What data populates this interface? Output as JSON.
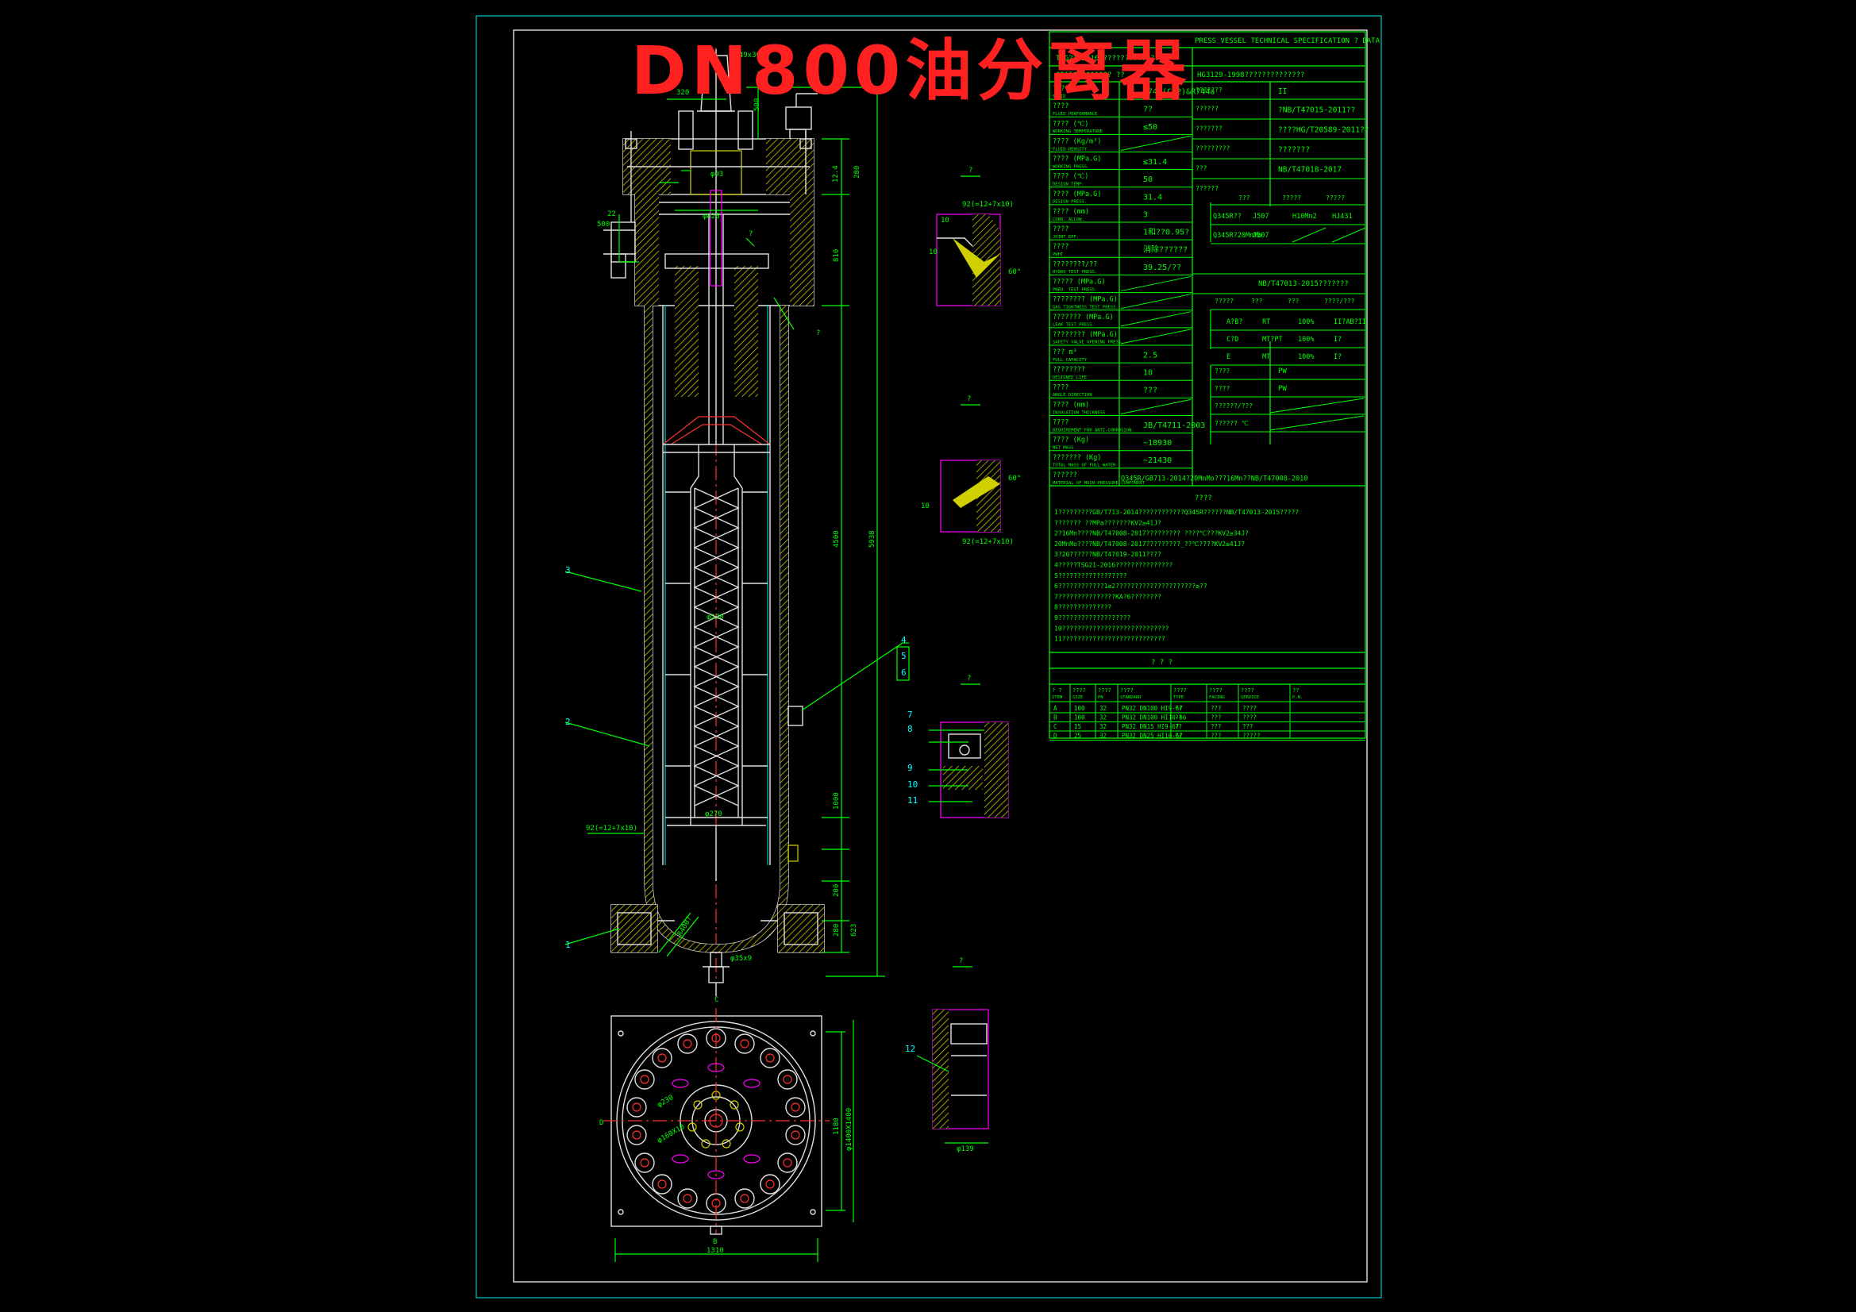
{
  "title": "DN800油分离器",
  "spec_table": {
    "header": "PRESS VESSEL TECHNICAL SPECIFICATION ? DATA",
    "standards": [
      "TSG21-2016???????????????",
      "GB150-2011??? ??",
      "HG3129-1998??????????????"
    ],
    "rows": [
      {
        "label": "????",
        "sub": "FLUID",
        "value": "R744(CO2)&R744a"
      },
      {
        "label": "????",
        "sub": "FLUID PERFORMANCE",
        "value": "??"
      },
      {
        "label": "????  (℃)",
        "sub": "WORKING TEMPERATURE",
        "value": "≤50"
      },
      {
        "label": "????  (Kg/m³)",
        "sub": "FLUID DENSITY",
        "value": ""
      },
      {
        "label": "????  (MPa.G)",
        "sub": "WORKING PRESS.",
        "value": "≤31.4"
      },
      {
        "label": "????  (℃)",
        "sub": "DESIGN TEMP.",
        "value": "50"
      },
      {
        "label": "????  (MPa.G)",
        "sub": "DESIGN PRESS.",
        "value": "31.4"
      },
      {
        "label": "????  (mm)",
        "sub": "CORR. ALLOW.",
        "value": "3"
      },
      {
        "label": "????",
        "sub": "JOINT EFF.",
        "value": "1和??0.95?"
      },
      {
        "label": "????",
        "sub": "PWHT",
        "value": "消除??????"
      },
      {
        "label": "????????/??",
        "sub": "HYDRO TEST PRESS.",
        "value": "39.25/??"
      },
      {
        "label": "?????  (MPa.G)",
        "sub": "PNEU. TEST PRESS.",
        "value": ""
      },
      {
        "label": "????????  (MPa.G)",
        "sub": "GAS TIGHTNESS TEST PRESS.",
        "value": ""
      },
      {
        "label": "???????  (MPa.G)",
        "sub": "LEAK TEST PRESS.",
        "value": ""
      },
      {
        "label": "????????  (MPa.G)",
        "sub": "SAFETY VALVE OPENING PRESS.",
        "value": ""
      },
      {
        "label": "???  m³",
        "sub": "FULL CAPACITY",
        "value": "2.5"
      },
      {
        "label": "????????",
        "sub": "DESIGNED LIFE",
        "value": "10"
      },
      {
        "label": "????",
        "sub": "ANGLE DIRECTION",
        "value": "???"
      },
      {
        "label": "????  (mm)",
        "sub": "INSULATION THICKNESS",
        "value": ""
      },
      {
        "label": "????",
        "sub": "REQUIREMENT FOR ANTI-CORROSION",
        "value": "JB/T4711-2003"
      },
      {
        "label": "????  (Kg)",
        "sub": "NET MASS",
        "value": "~18930"
      },
      {
        "label": "???????  (Kg)",
        "sub": "TOTAL MASS OF FULL WATER",
        "value": "~21430"
      },
      {
        "label": "??????",
        "sub": "MATERIAL OF MAIN PRESSURE COMPONENT",
        "value": "Q345R/GB713-2014?20MnMo???16Mn??NB/T47008-2010"
      }
    ],
    "right_rows": [
      {
        "label": "???????",
        "value": "II"
      },
      {
        "label": "??????",
        "value": "?NB/T47015-2011??"
      },
      {
        "label": "???????",
        "value": "????HG/T20589-2011??"
      },
      {
        "label": "?????????",
        "value": "???????"
      },
      {
        "label": "???",
        "value": "NB/T47018-2017"
      }
    ],
    "weld_mat": {
      "headers": [
        "???",
        "?????",
        "?????"
      ],
      "rows": [
        [
          "Q345R??",
          "J507",
          "H10Mn2",
          "HJ431"
        ],
        [
          "Q345R?20MnMo",
          "J507",
          "",
          ""
        ]
      ]
    },
    "ndt": {
      "standard": "NB/T47013-2015???????",
      "headers": [
        "?????",
        "???",
        "???",
        "????/???"
      ],
      "rows": [
        [
          "A?B?",
          "RT",
          "100%",
          "II?AB?II"
        ],
        [
          "C?D",
          "MT?PT",
          "100%",
          "I?"
        ],
        [
          "E",
          "MT",
          "100%",
          "I?"
        ]
      ]
    },
    "extra_right": [
      {
        "label": "????",
        "value": "PW"
      },
      {
        "label": "????",
        "value": "PW"
      },
      {
        "label": "??????/???",
        "value": ""
      },
      {
        "label": "??????  ℃",
        "value": ""
      }
    ]
  },
  "notes": {
    "heading": "????",
    "lines": [
      "1?????????GB/T713-2014????????????Q345R??????NB/T47013-2015?????",
      "  ??????? ??MPa???????KV2≥41J?",
      "2?16Mn????NB/T47008-2017????????? ????℃???KV2≥34J?",
      "  20MnMo????NB/T47008-2017?????????_??℃????KV2≥41J?",
      "3?20??????NB/T47019-2011????",
      "4?????TSG21-2016???????????????",
      "5??????????????????",
      "6????????????1≤2?????????????????????≥??",
      "7???????????????KA?6????????",
      "8??????????????",
      "9???????????????????",
      "10????????????????????????????",
      "11???????????????????????????"
    ]
  },
  "nozzle_table": {
    "heading": "?  ?  ?",
    "headers": [
      "?  ?",
      "????",
      "????",
      "????",
      "????",
      "????",
      "????",
      "??"
    ],
    "header_sub": [
      "ITEM",
      "SIZE",
      "PN",
      "STANDARD",
      "TYPE",
      "FACING",
      "SERVICE",
      "P.N."
    ],
    "rows": [
      [
        "A",
        "100",
        "32",
        "PN32  DN100  HI9-67",
        "??",
        "???",
        "????",
        ""
      ],
      [
        "B",
        "100",
        "32",
        "PN32  DN100  HI10-66",
        "??",
        "???",
        "????",
        ""
      ],
      [
        "C",
        "15",
        "32",
        "PN32  DN15  HI9-67",
        "??",
        "???",
        "???",
        ""
      ],
      [
        "D",
        "25",
        "32",
        "PN32  DN25  HI10-67",
        "??",
        "???",
        "?????",
        ""
      ]
    ]
  },
  "dims": {
    "top_320": "320",
    "top_500": "500",
    "top_fla": "φ149x30",
    "d_820": "φ820",
    "d_inner": "φ93",
    "v_280": "280",
    "v_12_4": "12.4",
    "v_810": "810",
    "v_4500": "4500",
    "v_5938": "5938",
    "v_1000": "1000",
    "v_200": "200",
    "v_280b": "280",
    "v_623": "623",
    "ring_note": "92(=12+7x10)",
    "d_270": "φ270",
    "d_bot": "φ35x9",
    "d_bend": "R400?",
    "side_500": "500",
    "side_22": "22",
    "plan_1310": "1310",
    "plan_1180": "1180",
    "plan_1400": "φ1400X1400",
    "plan_c1": "φ230",
    "plan_c2": "φ160X10",
    "det1": "92(=12+7x10)",
    "det2": "92(=12+7x10)",
    "det_bottom": "φ139",
    "callout_d": "D",
    "callout_b": "B",
    "callout_c": "C",
    "q": "?"
  },
  "part_labels": [
    "1",
    "2",
    "3",
    "4",
    "5",
    "6",
    "7",
    "8",
    "9",
    "10",
    "11",
    "12"
  ]
}
